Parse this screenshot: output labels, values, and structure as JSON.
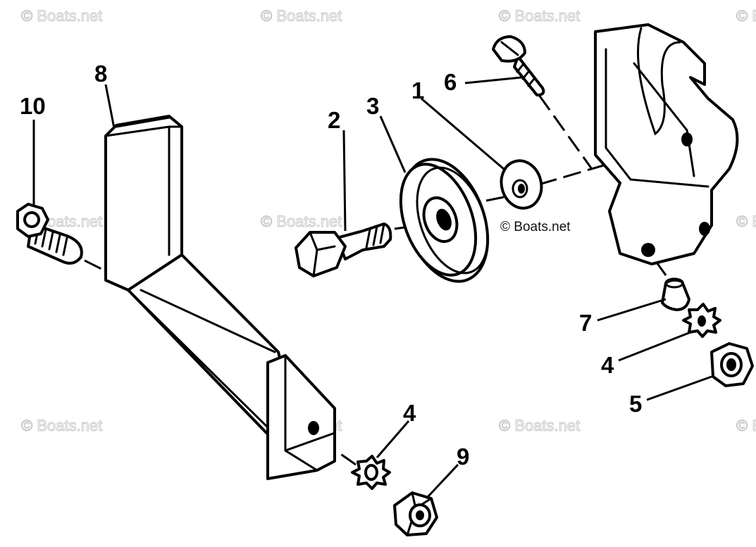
{
  "watermark": {
    "text": "© Boats.net",
    "center_text": "© Boats.net"
  },
  "callouts": {
    "c1": "1",
    "c2": "2",
    "c3": "3",
    "c4a": "4",
    "c4b": "4",
    "c5": "5",
    "c6": "6",
    "c7": "7",
    "c8": "8",
    "c9": "9",
    "c10": "10"
  }
}
